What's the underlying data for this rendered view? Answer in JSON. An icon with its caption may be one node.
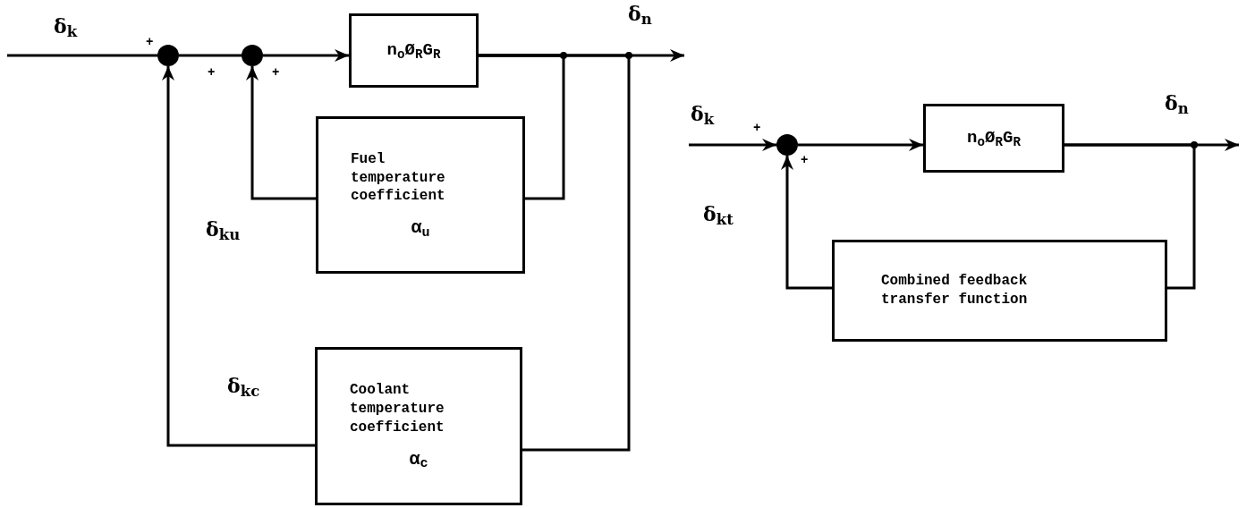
{
  "diagram": {
    "nodes": [
      {
        "text": [],
        "shape": "circle"
      },
      {
        "text": [],
        "shape": "circle"
      },
      {
        "text": [
          "n$_{o}$Ø$_{R}$G$_{R}$"
        ]
      },
      {
        "text": [
          "Fuel temperature coefficient",
          "α$_{u}$"
        ]
      },
      {
        "text": [
          "Coolant temperature coefficient",
          "α$_{c}$"
        ]
      },
      {
        "text": [],
        "shape": "circle"
      },
      {
        "text": [
          "n$_{o}$Ø$_{R}$G$_{R}$"
        ]
      },
      {
        "text": [
          "Combined feedback transfer function"
        ]
      }
    ],
    "edges": [
      {
        "from": null,
        "to": 0,
        "arrow": "none",
        "label": "δ$_{k}$"
      },
      {
        "from": 0,
        "to": 1,
        "arrow": "none"
      },
      {
        "from": 1,
        "to": 2,
        "arrow": "to"
      },
      {
        "from": 2,
        "to": null,
        "arrow": "to",
        "label": "δ$_{n}$"
      },
      {
        "from": 2,
        "to": 3,
        "arrow": "none"
      },
      {
        "from": 3,
        "to": 1,
        "arrow": "to",
        "label": "δ$_{k}$$_{u}$"
      },
      {
        "from": 2,
        "to": 4,
        "arrow": "none"
      },
      {
        "from": 4,
        "to": 0,
        "arrow": "to",
        "label": "δ$_{k}$$_{c}$"
      },
      {
        "from": null,
        "to": 5,
        "arrow": "to",
        "label": "δ$_{k}$"
      },
      {
        "from": 5,
        "to": 6,
        "arrow": "to"
      },
      {
        "from": 6,
        "to": null,
        "arrow": "to",
        "label": "δ$_{n}$"
      },
      {
        "from": 6,
        "to": 7,
        "arrow": "none"
      },
      {
        "from": 7,
        "to": 5,
        "arrow": "to",
        "label": "δ$_{k}$$_{t}$"
      }
    ],
    "labels": [
      "+",
      "+",
      "+",
      "+",
      "+"
    ]
  }
}
